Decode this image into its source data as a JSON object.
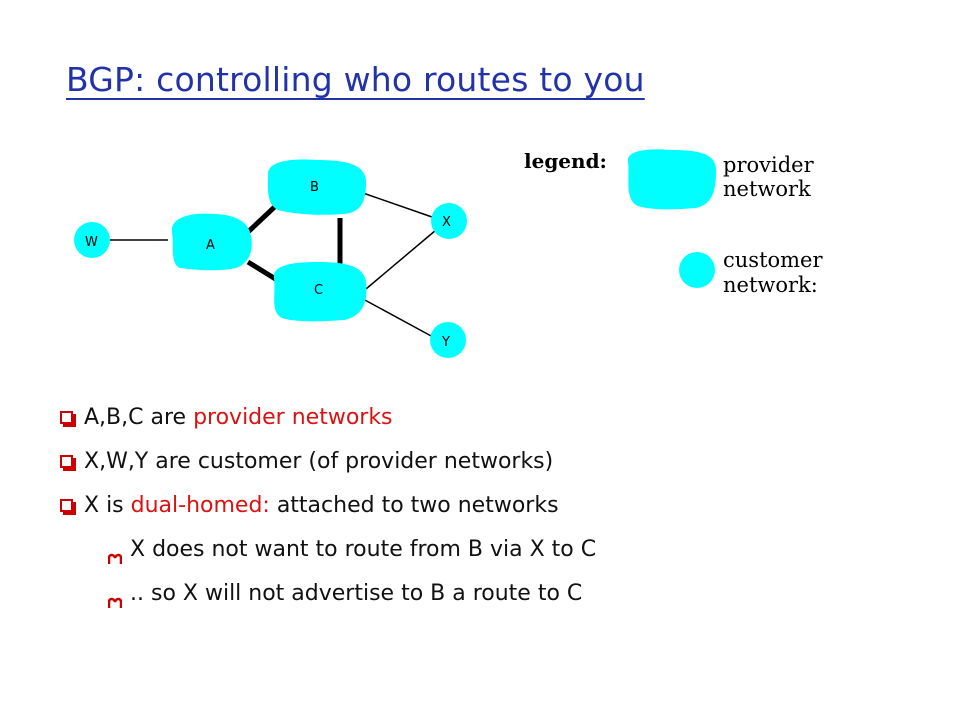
{
  "slide": {
    "title": "BGP: controlling who routes to you"
  },
  "diagram": {
    "nodes": {
      "A": "A",
      "B": "B",
      "C": "C",
      "W": "W",
      "X": "X",
      "Y": "Y"
    },
    "colors": {
      "network": "#00ffff",
      "line": "#000000"
    }
  },
  "legend": {
    "title": "legend:",
    "provider_line1": "provider",
    "provider_line2": "network",
    "customer_line1": "customer",
    "customer_line2": "network:"
  },
  "bullets": [
    {
      "pre": "A,B,C are ",
      "highlight": "provider networks",
      "post": ""
    },
    {
      "pre": "X,W,Y are customer (of provider networks)",
      "highlight": "",
      "post": ""
    },
    {
      "pre": "X is ",
      "highlight": "dual-homed:",
      "post": " attached to two networks"
    }
  ],
  "sub_bullets": [
    "X does not want to route from B via X to C",
    ".. so X will not advertise to B a route to C"
  ],
  "colors": {
    "title": "#2233aa",
    "accent_red": "#dd1111",
    "bullet_red": "#cc0000"
  }
}
